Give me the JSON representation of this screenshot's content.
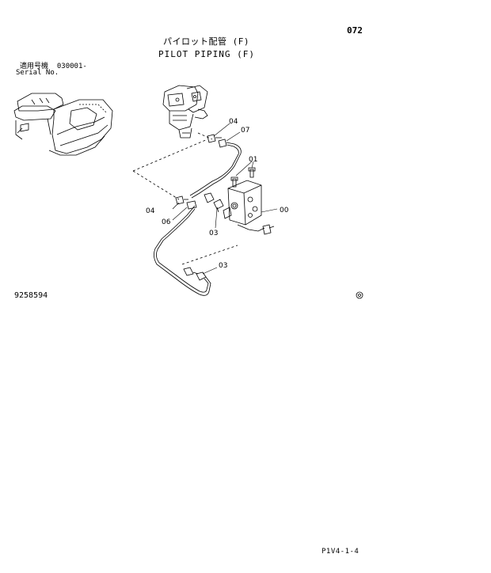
{
  "header": {
    "page_number": "072",
    "title_jp": "パイロット配管 (F)",
    "title_en": "PILOT PIPING (F)"
  },
  "serial": {
    "label_jp": "適用号機",
    "value": "030001-",
    "label_en": "Serial No."
  },
  "callouts": {
    "c04_top": "04",
    "c07": "07",
    "c01": "01",
    "c04_left": "04",
    "c06": "06",
    "c03_mid": "03",
    "c00": "00",
    "c03_low": "03"
  },
  "drawing_number": "9258594",
  "footer_code": "P1V4-1-4",
  "colors": {
    "ink": "#000000",
    "paper": "#ffffff"
  }
}
